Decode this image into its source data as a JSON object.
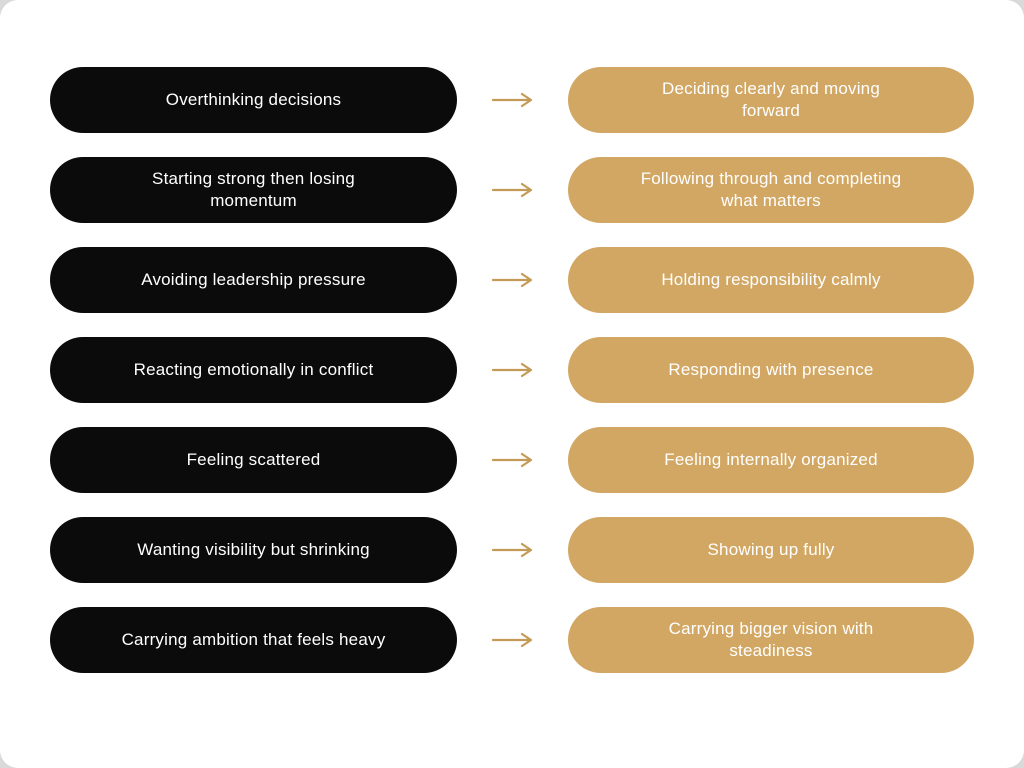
{
  "colors": {
    "background": "#ffffff",
    "page_behind": "#d9d9d9",
    "problem_pill": "#0b0b0b",
    "outcome_pill": "#d2a763",
    "text": "#ffffff",
    "arrow": "#c49b56"
  },
  "rows": [
    {
      "from": "Overthinking decisions",
      "to": "Deciding clearly and moving forward"
    },
    {
      "from": "Starting strong then losing momentum",
      "to": "Following through and completing what matters"
    },
    {
      "from": "Avoiding leadership pressure",
      "to": "Holding responsibility calmly"
    },
    {
      "from": "Reacting emotionally in conflict",
      "to": "Responding with presence"
    },
    {
      "from": "Feeling scattered",
      "to": "Feeling internally organized"
    },
    {
      "from": "Wanting visibility but shrinking",
      "to": "Showing up fully"
    },
    {
      "from": "Carrying ambition that feels heavy",
      "to": "Carrying bigger vision with steadiness"
    }
  ]
}
